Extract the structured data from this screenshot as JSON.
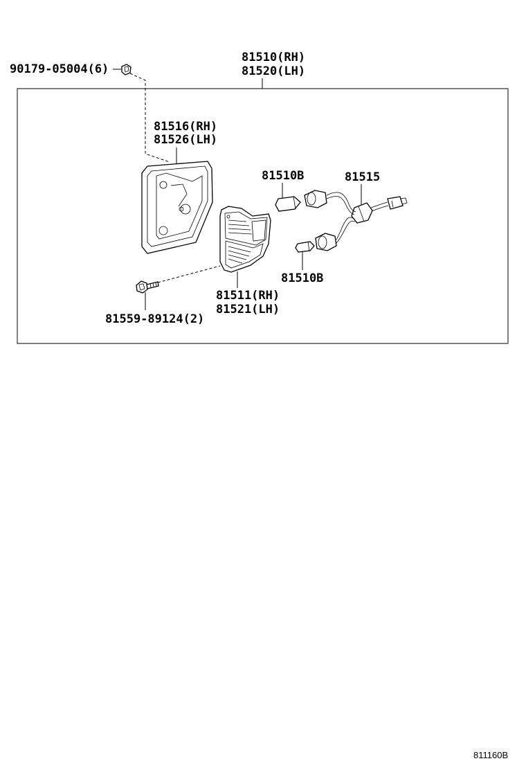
{
  "labels": {
    "assembly_rh": "81510(RH)",
    "assembly_lh": "81520(LH)",
    "nut": "90179-05004(6)",
    "housing_rh": "81516(RH)",
    "housing_lh": "81526(LH)",
    "bulb_top": "81510B",
    "socket_wire": "81515",
    "bulb_bottom": "81510B",
    "lens_rh": "81511(RH)",
    "lens_lh": "81521(LH)",
    "screw": "81559-89124(2)"
  },
  "figure_code": "811160B"
}
